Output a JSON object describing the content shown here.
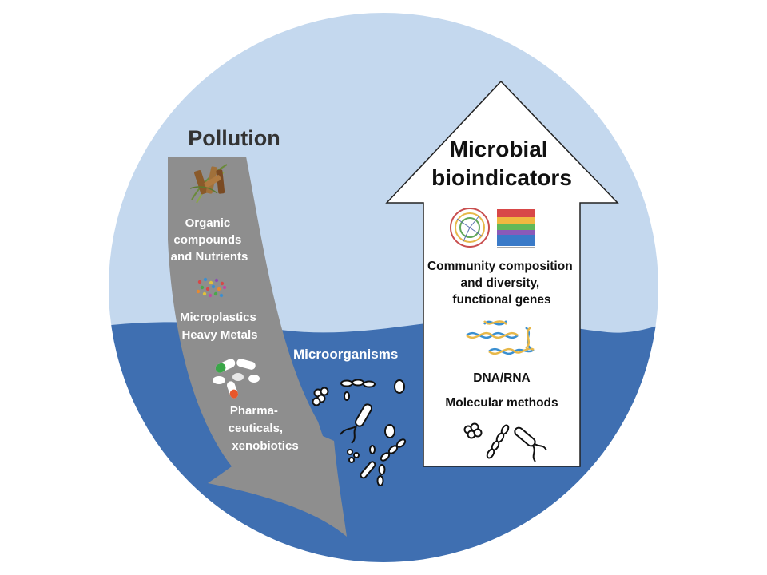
{
  "colors": {
    "sky": "#c4d8ee",
    "water": "#3f6fb1",
    "pollution_arrow": "#8e8e8e",
    "bioindicator_arrow": "#ffffff"
  },
  "pollution_arrow": {
    "title": "Pollution",
    "items": [
      {
        "icon": "organic-matter-icon",
        "lines": [
          "Organic",
          "compounds",
          "and Nutrients"
        ]
      },
      {
        "icon": "microplastic-particles-icon",
        "lines": [
          "Microplastics",
          "Heavy Metals"
        ]
      },
      {
        "icon": "pills-icon",
        "lines": [
          "Pharma-",
          "ceuticals,",
          "xenobiotics"
        ]
      }
    ]
  },
  "water": {
    "label": "Microorganisms",
    "icon": "microbes-icon"
  },
  "bioindicator_arrow": {
    "title_lines": [
      "Microbial",
      "bioindicators"
    ],
    "items": [
      {
        "icon": "community-charts-icon",
        "lines": [
          "Community composition",
          "and diversity,",
          "functional genes"
        ]
      },
      {
        "icon": "dna-helix-icon",
        "lines": [
          "DNA/RNA"
        ]
      },
      {
        "icon": "bacteria-icon",
        "lines": [
          "Molecular methods"
        ]
      }
    ]
  }
}
